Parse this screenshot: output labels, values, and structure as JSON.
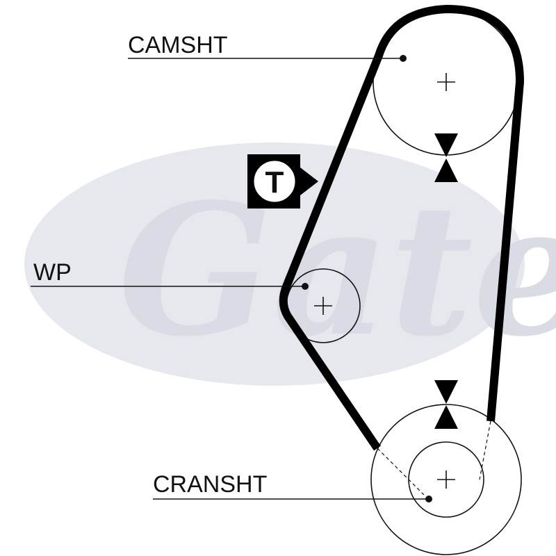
{
  "diagram": {
    "labels": {
      "camshaft": "CAMSHT",
      "water_pump": "WP",
      "crankshaft": "CRANSHT"
    },
    "tensioner_symbol": "T",
    "watermark_text": "Gates",
    "colors": {
      "belt": "#000000",
      "pulley_outline": "#111111",
      "watermark": "#d9dce4",
      "background": "#ffffff"
    }
  }
}
